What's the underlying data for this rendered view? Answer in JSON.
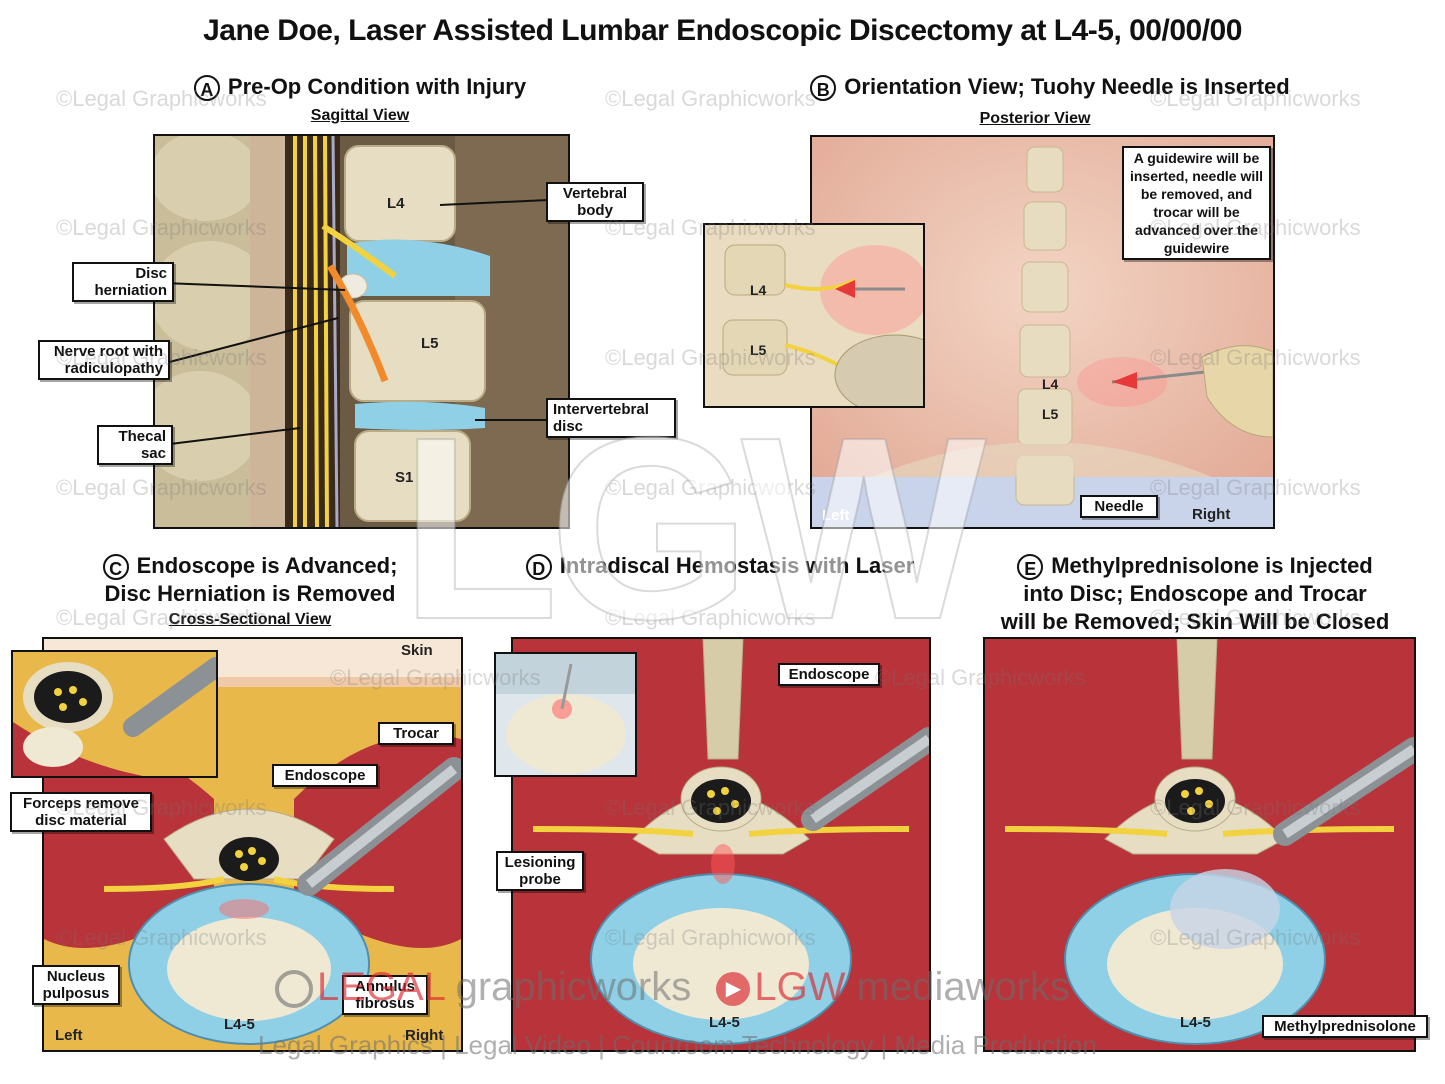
{
  "title": "Jane Doe, Laser Assisted Lumbar Endoscopic Discectomy at L4-5, 00/00/00",
  "watermark": "©Legal Graphicworks",
  "big_watermark": "LGW",
  "panels": {
    "a": {
      "badge": "A",
      "title": "Pre-Op Condition with Injury",
      "view": "Sagittal View",
      "labels": {
        "vertebral_body": "Vertebral body",
        "disc_herniation": "Disc herniation",
        "nerve_root": "Nerve root with radiculopathy",
        "thecal_sac": "Thecal sac",
        "intervertebral_disc": "Intervertebral disc",
        "l4": "L4",
        "l5": "L5",
        "s1": "S1"
      }
    },
    "b": {
      "badge": "B",
      "title": "Orientation View; Tuohy Needle is Inserted",
      "view": "Posterior View",
      "labels": {
        "note": "A guidewire will be inserted, needle will be removed, and trocar will be advanced over the guidewire",
        "needle": "Needle",
        "left": "Left",
        "right": "Right",
        "l4": "L4",
        "l5": "L5",
        "inset_l4": "L4",
        "inset_l5": "L5"
      }
    },
    "c": {
      "badge": "C",
      "title_line1": "Endoscope is Advanced;",
      "title_line2": "Disc Herniation is Removed",
      "view": "Cross-Sectional View",
      "labels": {
        "skin": "Skin",
        "trocar": "Trocar",
        "endoscope": "Endoscope",
        "forceps": "Forceps remove disc material",
        "nucleus": "Nucleus pulposus",
        "annulus": "Annulus fibrosus",
        "level": "L4-5",
        "left": "Left",
        "right": "Right"
      }
    },
    "d": {
      "badge": "D",
      "title": "Intradiscal Hemostasis with Laser",
      "labels": {
        "endoscope": "Endoscope",
        "probe": "Lesioning probe",
        "level": "L4-5"
      }
    },
    "e": {
      "badge": "E",
      "title_line1": "Methylprednisolone is Injected",
      "title_line2": "into Disc; Endoscope and Trocar",
      "title_line3": "will be Removed; Skin Will be Closed",
      "labels": {
        "drug": "Methylprednisolone",
        "level": "L4-5"
      }
    }
  },
  "footer": {
    "brand1": "LEGAL",
    "brand2": "graphicworks",
    "brand3": "LGW",
    "brand4": "mediaworks",
    "tagline": "Legal Graphics | Legal Video | Courtroom Technology | Media Production"
  },
  "colors": {
    "muscle": "#b8333a",
    "fat": "#e8b94a",
    "disc_blue": "#8fd0e6",
    "bone": "#e6ddc2",
    "nerve": "#f1d23a",
    "brand_red": "#d8262e"
  }
}
